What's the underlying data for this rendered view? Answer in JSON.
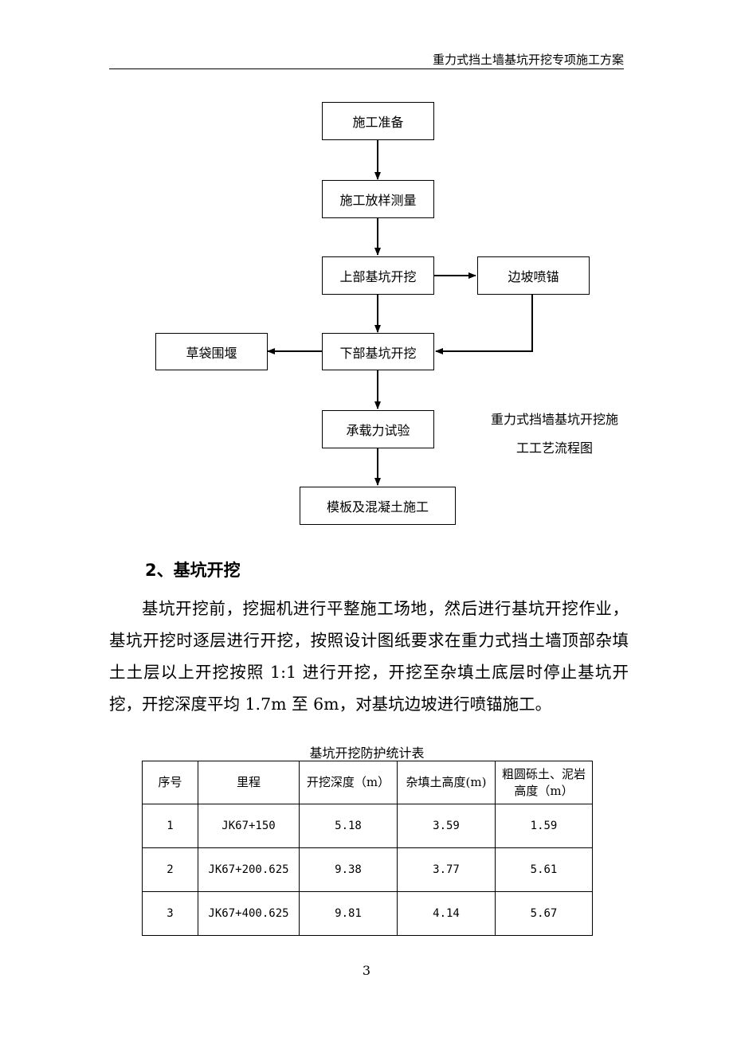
{
  "header": {
    "title": "重力式挡土墙基坑开挖专项施工方案"
  },
  "flowchart": {
    "nodes": {
      "prep": "施工准备",
      "survey": "施工放样测量",
      "upper": "上部基坑开挖",
      "slope": "边坡喷锚",
      "lower": "下部基坑开挖",
      "sandbag": "草袋围堰",
      "bearing": "承载力试验",
      "formwork": "模板及混凝土施工"
    },
    "caption_line1": "重力式挡墙基坑开挖施",
    "caption_line2": "工工艺流程图"
  },
  "section": {
    "heading": "2、基坑开挖",
    "paragraph": "基坑开挖前，挖掘机进行平整施工场地，然后进行基坑开挖作业，基坑开挖时逐层进行开挖，按照设计图纸要求在重力式挡土墙顶部杂填土土层以上开挖按照 1:1 进行开挖，开挖至杂填土底层时停止基坑开挖，开挖深度平均 1.7m 至 6m，对基坑边坡进行喷锚施工。"
  },
  "table": {
    "title": "基坑开挖防护统计表",
    "headers": [
      "序号",
      "里程",
      "开挖深度（m）",
      "杂填土高度(m)",
      "粗圆砾土、泥岩高度（m）"
    ],
    "rows": [
      [
        "1",
        "JK67+150",
        "5.18",
        "3.59",
        "1.59"
      ],
      [
        "2",
        "JK67+200.625",
        "9.38",
        "3.77",
        "5.61"
      ],
      [
        "3",
        "JK67+400.625",
        "9.81",
        "4.14",
        "5.67"
      ]
    ]
  },
  "page_number": "3"
}
